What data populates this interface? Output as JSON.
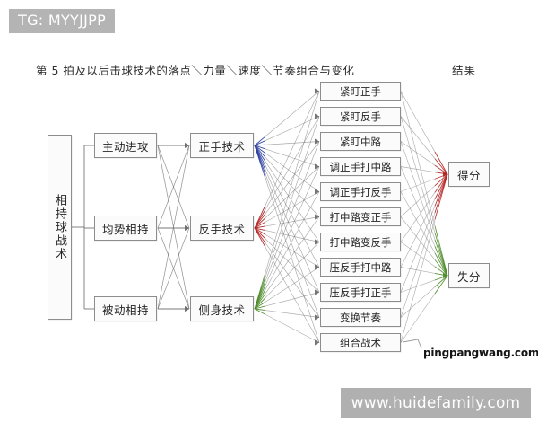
{
  "overlays": {
    "tg_tag": "TG: MYYJJPP",
    "watermark_site": "pingpangwang.com",
    "watermark_banner": "www.huidefamily.com"
  },
  "headings": {
    "main": "第 5 拍及以后击球技术的落点＼力量＼速度＼节奏组合与变化",
    "result": "结果"
  },
  "root": {
    "label": "相持球战术"
  },
  "column_situation": {
    "items": [
      {
        "label": "主动进攻"
      },
      {
        "label": "均势相持"
      },
      {
        "label": "被动相持"
      }
    ]
  },
  "column_technique": {
    "items": [
      {
        "label": "正手技术",
        "accent": "#2b3fa0"
      },
      {
        "label": "反手技术",
        "accent": "#b32424"
      },
      {
        "label": "侧身技术",
        "accent": "#4e8c2a"
      }
    ]
  },
  "column_tactics": {
    "items": [
      {
        "label": "紧盯正手"
      },
      {
        "label": "紧盯反手"
      },
      {
        "label": "紧盯中路"
      },
      {
        "label": "调正手打中路"
      },
      {
        "label": "调正手打反手"
      },
      {
        "label": "打中路变正手"
      },
      {
        "label": "打中路变反手"
      },
      {
        "label": "压反手打中路"
      },
      {
        "label": "压反手打正手"
      },
      {
        "label": "变换节奏"
      },
      {
        "label": "组合战术"
      }
    ]
  },
  "column_result": {
    "items": [
      {
        "label": "得分",
        "accent": "#b32424"
      },
      {
        "label": "失分",
        "accent": "#4e8c2a"
      }
    ]
  },
  "colors": {
    "line": "#6f6f6f",
    "box_border": "#8d8d8d",
    "box_fill": "#fbfbfb",
    "forehand_fan": "#2b3fa0",
    "backhand_fan": "#b32424",
    "pivot_fan": "#4e8c2a",
    "win_fan": "#b32424",
    "lose_fan": "#4e8c2a",
    "band": "#b4b4b4"
  }
}
